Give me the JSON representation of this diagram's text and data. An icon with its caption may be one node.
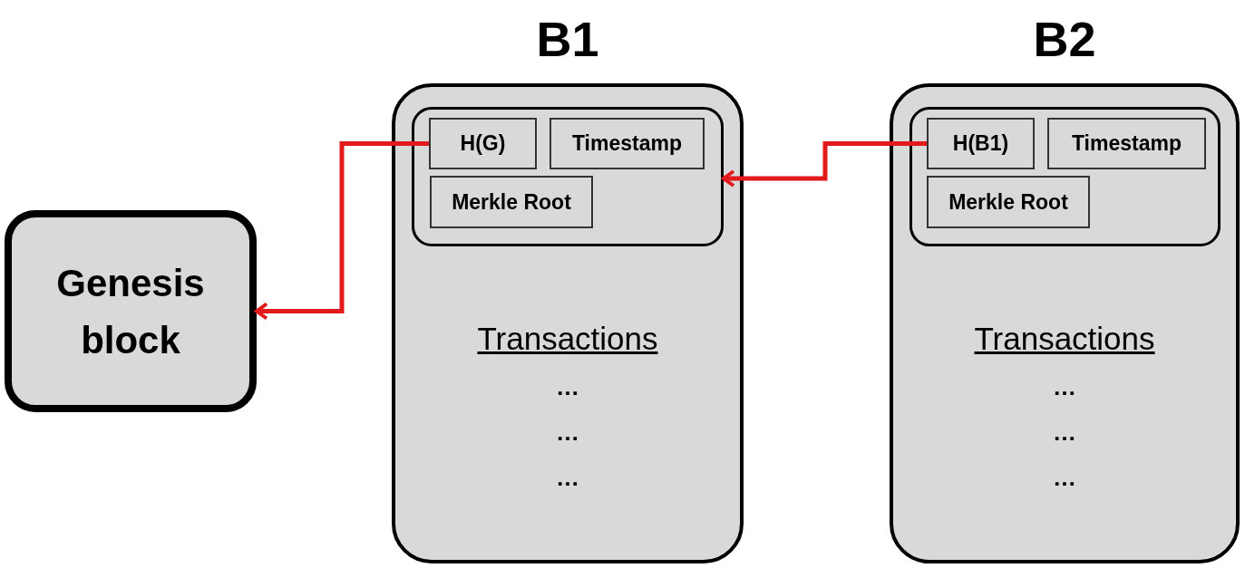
{
  "diagram": {
    "nodes": [
      {
        "text": [
          "Genesis block"
        ]
      },
      {
        "text": [
          "B1",
          "Transactions",
          "…",
          "…",
          "…"
        ]
      },
      {
        "text": [],
        "shape": "box",
        "in": 1
      },
      {
        "text": [
          "H(G)"
        ],
        "in": 2
      },
      {
        "text": [
          "Timestamp"
        ],
        "in": 2
      },
      {
        "text": [
          "Merkle Root"
        ],
        "in": 2
      },
      {
        "text": [
          "B2",
          "Transactions",
          "…",
          "…",
          "…"
        ]
      },
      {
        "text": [],
        "shape": "box",
        "in": 6
      },
      {
        "text": [
          "H(B1)"
        ],
        "in": 7
      },
      {
        "text": [
          "Timestamp"
        ],
        "in": 7
      },
      {
        "text": [
          "Merkle Root"
        ],
        "in": 7
      }
    ],
    "edges": [
      {
        "from": 3,
        "to": 0,
        "arrow": "to"
      },
      {
        "from": 8,
        "to": 2,
        "arrow": "to"
      }
    ]
  }
}
